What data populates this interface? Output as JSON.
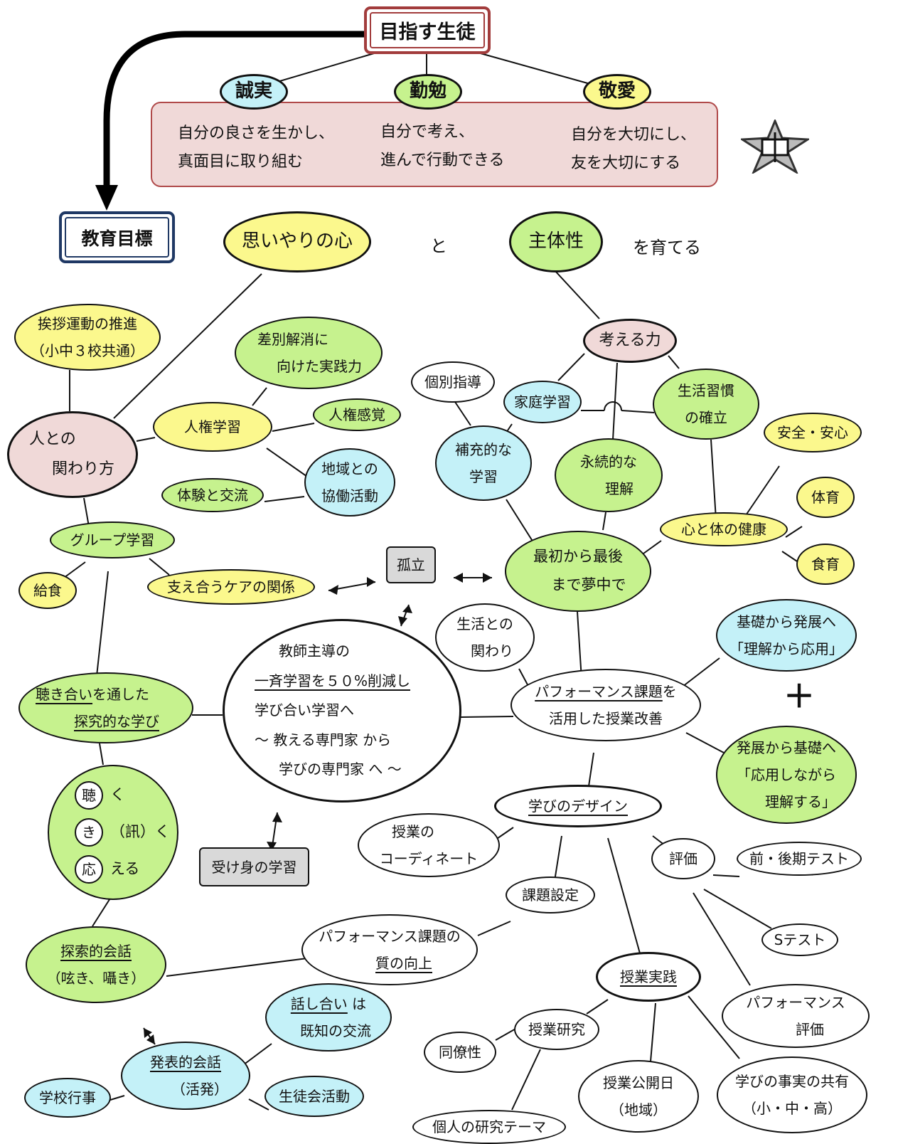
{
  "header": {
    "title": "目指す生徒",
    "values": [
      {
        "name": "誠実",
        "desc1": "自分の良さを生かし、",
        "desc2": "真面目に取り組む"
      },
      {
        "name": "勤勉",
        "desc1": "自分で考え、",
        "desc2": "進んで行動できる"
      },
      {
        "name": "敬愛",
        "desc1": "自分を大切にし、",
        "desc2": "友を大切にする"
      }
    ]
  },
  "goal": {
    "label": "教育目標",
    "kokoro": "思いやりの心",
    "to": "と",
    "shutaisei": "主体性",
    "sodateru": "を育てる"
  },
  "left": {
    "aisatsu1": "挨拶運動の推進",
    "aisatsu2": "（小中３校共通）",
    "sabetsu1": "差別解消に",
    "sabetsu2": "向けた実践力",
    "hito1": "人との",
    "hito2": "関わり方",
    "jinken_gakushu": "人権学習",
    "jinken_kankaku": "人権感覚",
    "chiiki1": "地域との",
    "chiiki2": "協働活動",
    "taiken": "体験と交流",
    "group": "グループ学習",
    "kyushoku": "給食",
    "sasaeau": "支え合うケアの関係",
    "kikiai_a": "聴き合い",
    "kikiai_b": "を通した",
    "kikiai_c": "探究的な学び",
    "kiku_chars": [
      "聴",
      "き",
      "応"
    ],
    "kiku_rest": [
      "く",
      "（訊）く",
      "える"
    ],
    "tansaku1": "探索的会話",
    "tansaku2": "（呟き、囁き）",
    "happyo1": "発表的会話",
    "happyo2": "（活発）",
    "hanashiai_a": "話し合い",
    "hanashiai_b": " は",
    "hanashiai_c": "既知の交流",
    "gakko_gyoji": "学校行事",
    "seitokai": "生徒会活動"
  },
  "center": {
    "koritsu": "孤立",
    "ukemi": "受け身の学習",
    "line1": "教師主導の",
    "line2": "一斉学習を５０%削減し",
    "line3": "学び合い学習へ",
    "line4": "～ 教える専門家 から",
    "line5": "学びの専門家 へ ～"
  },
  "right": {
    "kangaeru": "考える力",
    "kobetsu": "個別指導",
    "katei": "家庭学習",
    "seikatsu_shukan1": "生活習慣",
    "seikatsu_shukan2": "の確立",
    "anzen": "安全・安心",
    "hojuu1": "補充的な",
    "hojuu2": "学習",
    "eizoku1": "永続的な",
    "eizoku2": "理解",
    "taiiku": "体育",
    "kenko": "心と体の健康",
    "shokuiku": "食育",
    "muchu1": "最初から最後",
    "muchu2": "まで夢中で",
    "seikatsu_kakawari1": "生活との",
    "seikatsu_kakawari2": "関わり",
    "kiso1": "基礎から発展へ",
    "kiso2": "「理解から応用」",
    "perf_a": "パフォーマンス課題",
    "perf_b": "を",
    "perf_c": "活用した授業改善",
    "plus": "＋",
    "hatten1": "発展から基礎へ",
    "hatten2": "「応用しながら",
    "hatten3": "理解する」"
  },
  "bottom": {
    "design": "学びのデザイン",
    "coord1": "授業の",
    "coord2": "コーディネート",
    "hyoka": "評価",
    "test": "前・後期テスト",
    "stest": "Sテスト",
    "perf_hyoka1": "パフォーマンス",
    "perf_hyoka2": "評価",
    "kadai": "課題設定",
    "shitsu1": "パフォーマンス課題の",
    "shitsu2": "質の向上",
    "jissen": "授業実践",
    "kenkyu": "授業研究",
    "doryo": "同僚性",
    "kobetsu_theme": "個人の研究テーマ",
    "kokai1": "授業公開日",
    "kokai2": "（地域）",
    "kyoyu1": "学びの事実の共有",
    "kyoyu2": "（小・中・高）"
  }
}
